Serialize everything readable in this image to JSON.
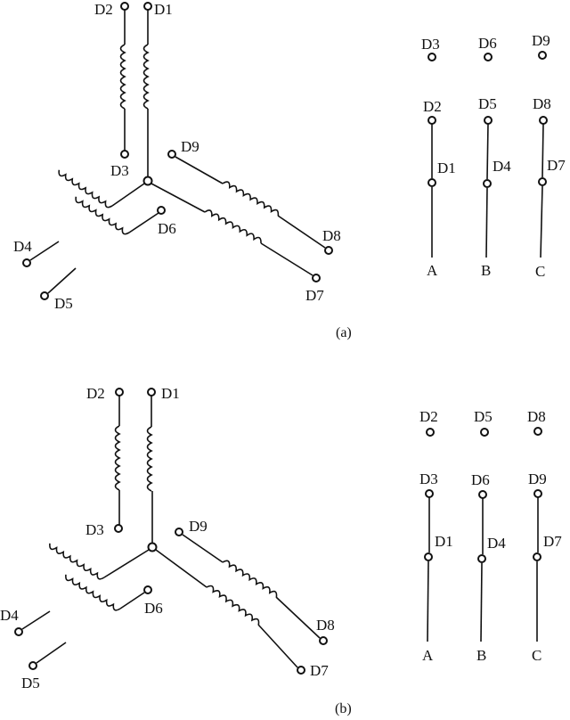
{
  "diagrams": [
    {
      "caption": "(a)",
      "star": {
        "terminals": {
          "D1": "D1",
          "D2": "D2",
          "D3": "D3",
          "D4": "D4",
          "D5": "D5",
          "D6": "D6",
          "D7": "D7",
          "D8": "D8",
          "D9": "D9"
        }
      },
      "connection": {
        "top_row": [
          "D3",
          "D6",
          "D9"
        ],
        "middle_row": [
          "D2",
          "D5",
          "D8"
        ],
        "lower_row": [
          "D1",
          "D4",
          "D7"
        ],
        "phases": [
          "A",
          "B",
          "C"
        ]
      }
    },
    {
      "caption": "(b)",
      "star": {
        "terminals": {
          "D1": "D1",
          "D2": "D2",
          "D3": "D3",
          "D4": "D4",
          "D5": "D5",
          "D6": "D6",
          "D7": "D7",
          "D8": "D8",
          "D9": "D9"
        }
      },
      "connection": {
        "top_row": [
          "D2",
          "D5",
          "D8"
        ],
        "middle_row": [
          "D3",
          "D6",
          "D9"
        ],
        "lower_row": [
          "D1",
          "D4",
          "D7"
        ],
        "phases": [
          "A",
          "B",
          "C"
        ]
      }
    }
  ]
}
